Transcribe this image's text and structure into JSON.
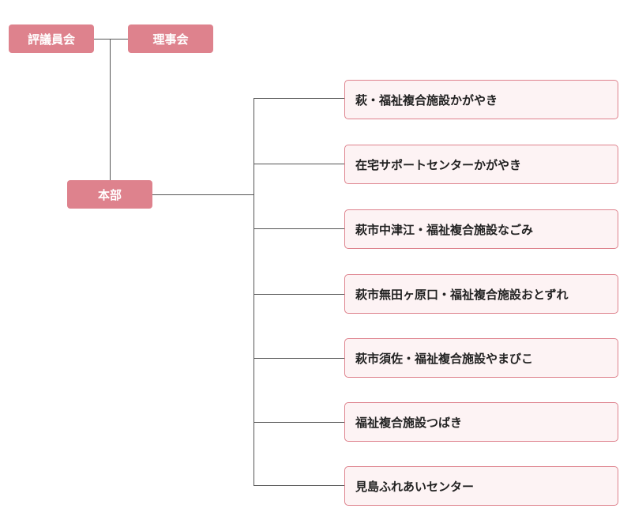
{
  "council": {
    "label": "評議員会"
  },
  "board": {
    "label": "理事会"
  },
  "headquarters": {
    "label": "本部"
  },
  "facilities": [
    {
      "label": "萩・福祉複合施設かがやき"
    },
    {
      "label": "在宅サポートセンターかがやき"
    },
    {
      "label": "萩市中津江・福祉複合施設なごみ"
    },
    {
      "label": "萩市無田ヶ原口・福祉複合施設おとずれ"
    },
    {
      "label": "萩市須佐・福祉複合施設やまびこ"
    },
    {
      "label": "福祉複合施設つばき"
    },
    {
      "label": "見島ふれあいセンター"
    }
  ],
  "colors": {
    "accent": "#de828d",
    "facility_background": "#fdf3f4",
    "line": "#555555"
  }
}
